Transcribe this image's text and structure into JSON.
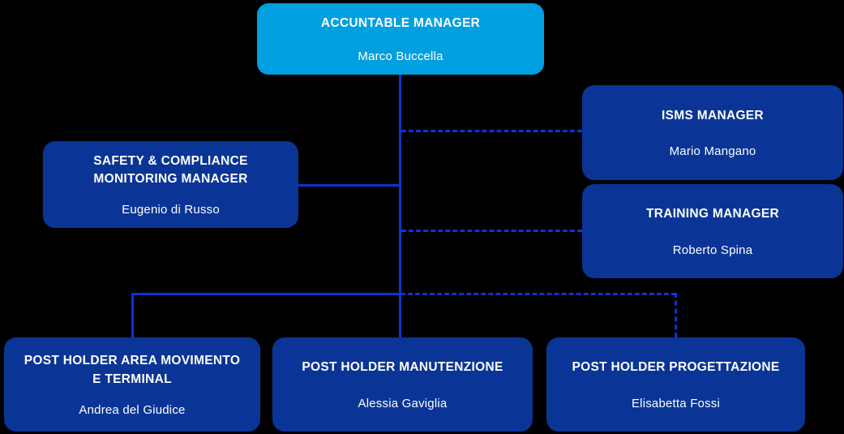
{
  "colors": {
    "background": "#000000",
    "accent_light": "#009FE0",
    "accent_dark": "#0A3596",
    "connector": "#0C35CF",
    "text": "#FFFFFF"
  },
  "nodes": {
    "accountable": {
      "title": "ACCUNTABLE MANAGER",
      "name": "Marco Buccella"
    },
    "isms": {
      "title": "ISMS MANAGER",
      "name": "Mario Mangano"
    },
    "training": {
      "title": "TRAINING MANAGER",
      "name": "Roberto Spina"
    },
    "safety": {
      "title": "SAFETY & COMPLIANCE MONITORING MANAGER",
      "name": "Eugenio di Russo"
    },
    "ph_movimento": {
      "title": "POST HOLDER AREA MOVIMENTO E TERMINAL",
      "name": "Andrea del Giudice"
    },
    "ph_manutenzione": {
      "title": "POST HOLDER MANUTENZIONE",
      "name": "Alessia Gaviglia"
    },
    "ph_progettazione": {
      "title": "POST HOLDER PROGETTAZIONE",
      "name": "Elisabetta Fossi"
    }
  },
  "edges": [
    {
      "from": "accountable",
      "to": "isms",
      "style": "dashed"
    },
    {
      "from": "accountable",
      "to": "training",
      "style": "dashed"
    },
    {
      "from": "accountable",
      "to": "safety",
      "style": "solid"
    },
    {
      "from": "accountable",
      "to": "ph_movimento",
      "style": "solid"
    },
    {
      "from": "accountable",
      "to": "ph_manutenzione",
      "style": "solid"
    },
    {
      "from": "accountable",
      "to": "ph_progettazione",
      "style": "dashed"
    }
  ]
}
